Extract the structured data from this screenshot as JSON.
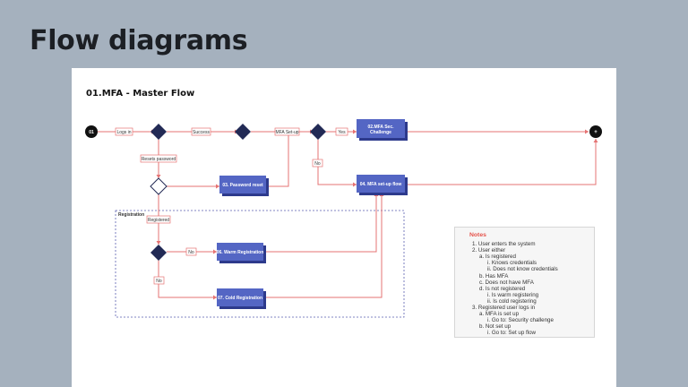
{
  "header": {
    "title": "Flow diagrams"
  },
  "diagram": {
    "title": "01.MFA - Master Flow",
    "start_label": "01",
    "end_label": "+",
    "registration_group_label": "Registration",
    "edges": {
      "logs_in": "Logs in",
      "success": "Success",
      "mfa_setup": "MFA Set-up",
      "yes": "Yes",
      "no_top": "No",
      "resets_password": "Resets password",
      "registered": "Registered",
      "no_warm": "No",
      "no_cold": "No"
    },
    "nodes": {
      "mfa_challenge": [
        "02.MFA Sec.",
        "Challenge"
      ],
      "password_reset": "03. Password reset",
      "mfa_setup_flow": "04. MFA set-up flow",
      "warm_registration": "06. Warm  Registration",
      "cold_registration": "07. Cold  Registration"
    }
  },
  "notes": {
    "title": "Notes",
    "items": [
      "1. User enters the system",
      "2. User either",
      "a. Is registered",
      "i. Knows credentials",
      "ii. Does not know credentials",
      "b. Has MFA",
      "c. Does not have MFA",
      "d. Is not registered",
      "i. Is warm registering",
      "ii. Is cold registering",
      "3. Registered user logs in",
      "a. MFA is set up",
      "i. Go to: Security challenge",
      "b. Not set up",
      "i. Go to: Set up flow"
    ]
  }
}
